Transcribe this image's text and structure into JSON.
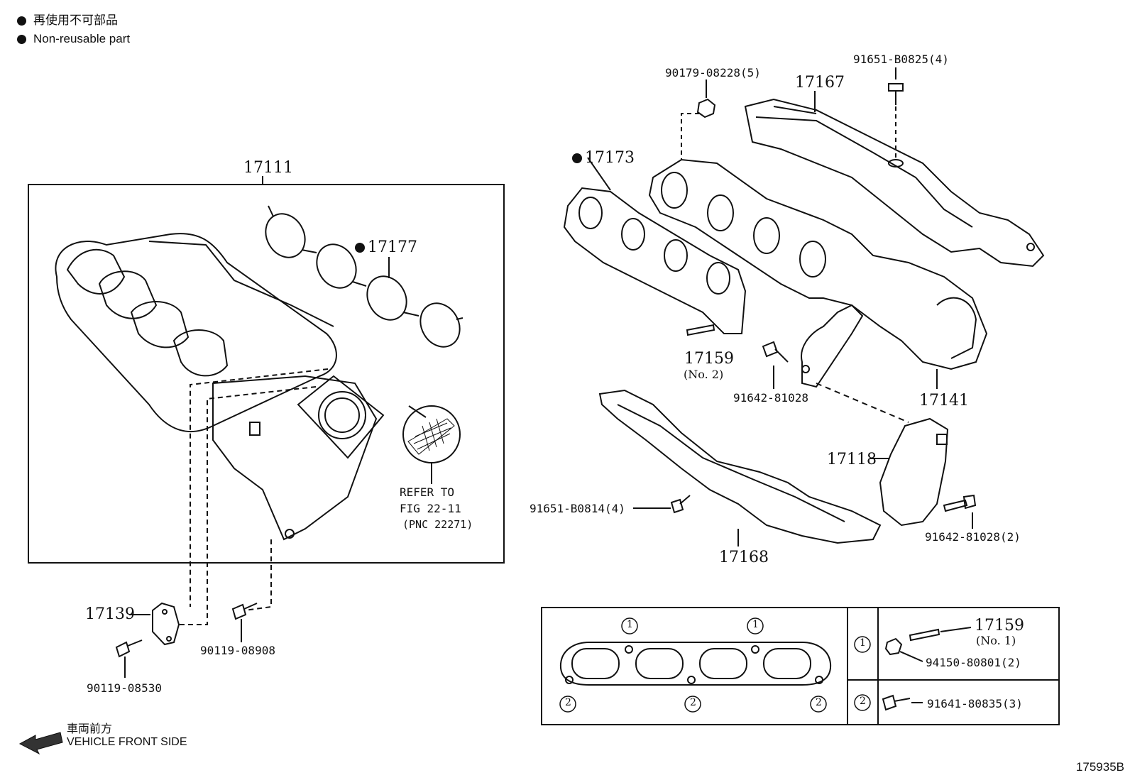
{
  "legend": {
    "jp": "再使用不可部品",
    "en": "Non-reusable part"
  },
  "parts": {
    "p17111": "17111",
    "p17177": "17177",
    "p17139": "17139",
    "p90119_08530": "90119-08530",
    "p90119_08908": "90119-08908",
    "refer_line1": "REFER TO",
    "refer_line2": "FIG 22-11",
    "refer_line3": "(PNC 22271)",
    "p90179": "90179-08228(5)",
    "p91651_b0825": "91651-B0825(4)",
    "p17167": "17167",
    "p17173": "17173",
    "p17159_a": "17159",
    "p17159_a_sub": "(No. 2)",
    "p91642_81028": "91642-81028",
    "p17141": "17141",
    "p17118": "17118",
    "p91651_b0814": "91651-B0814(4)",
    "p17168": "17168",
    "p91642_81028_2": "91642-81028(2)"
  },
  "detail": {
    "c1": "1",
    "c2": "2",
    "p17159_b": "17159",
    "p17159_b_sub": "(No. 1)",
    "p94150": "94150-80801(2)",
    "p91641": "91641-80835(3)"
  },
  "front": {
    "jp": "車両前方",
    "en": "VEHICLE FRONT SIDE"
  },
  "figure_code": "175935B"
}
